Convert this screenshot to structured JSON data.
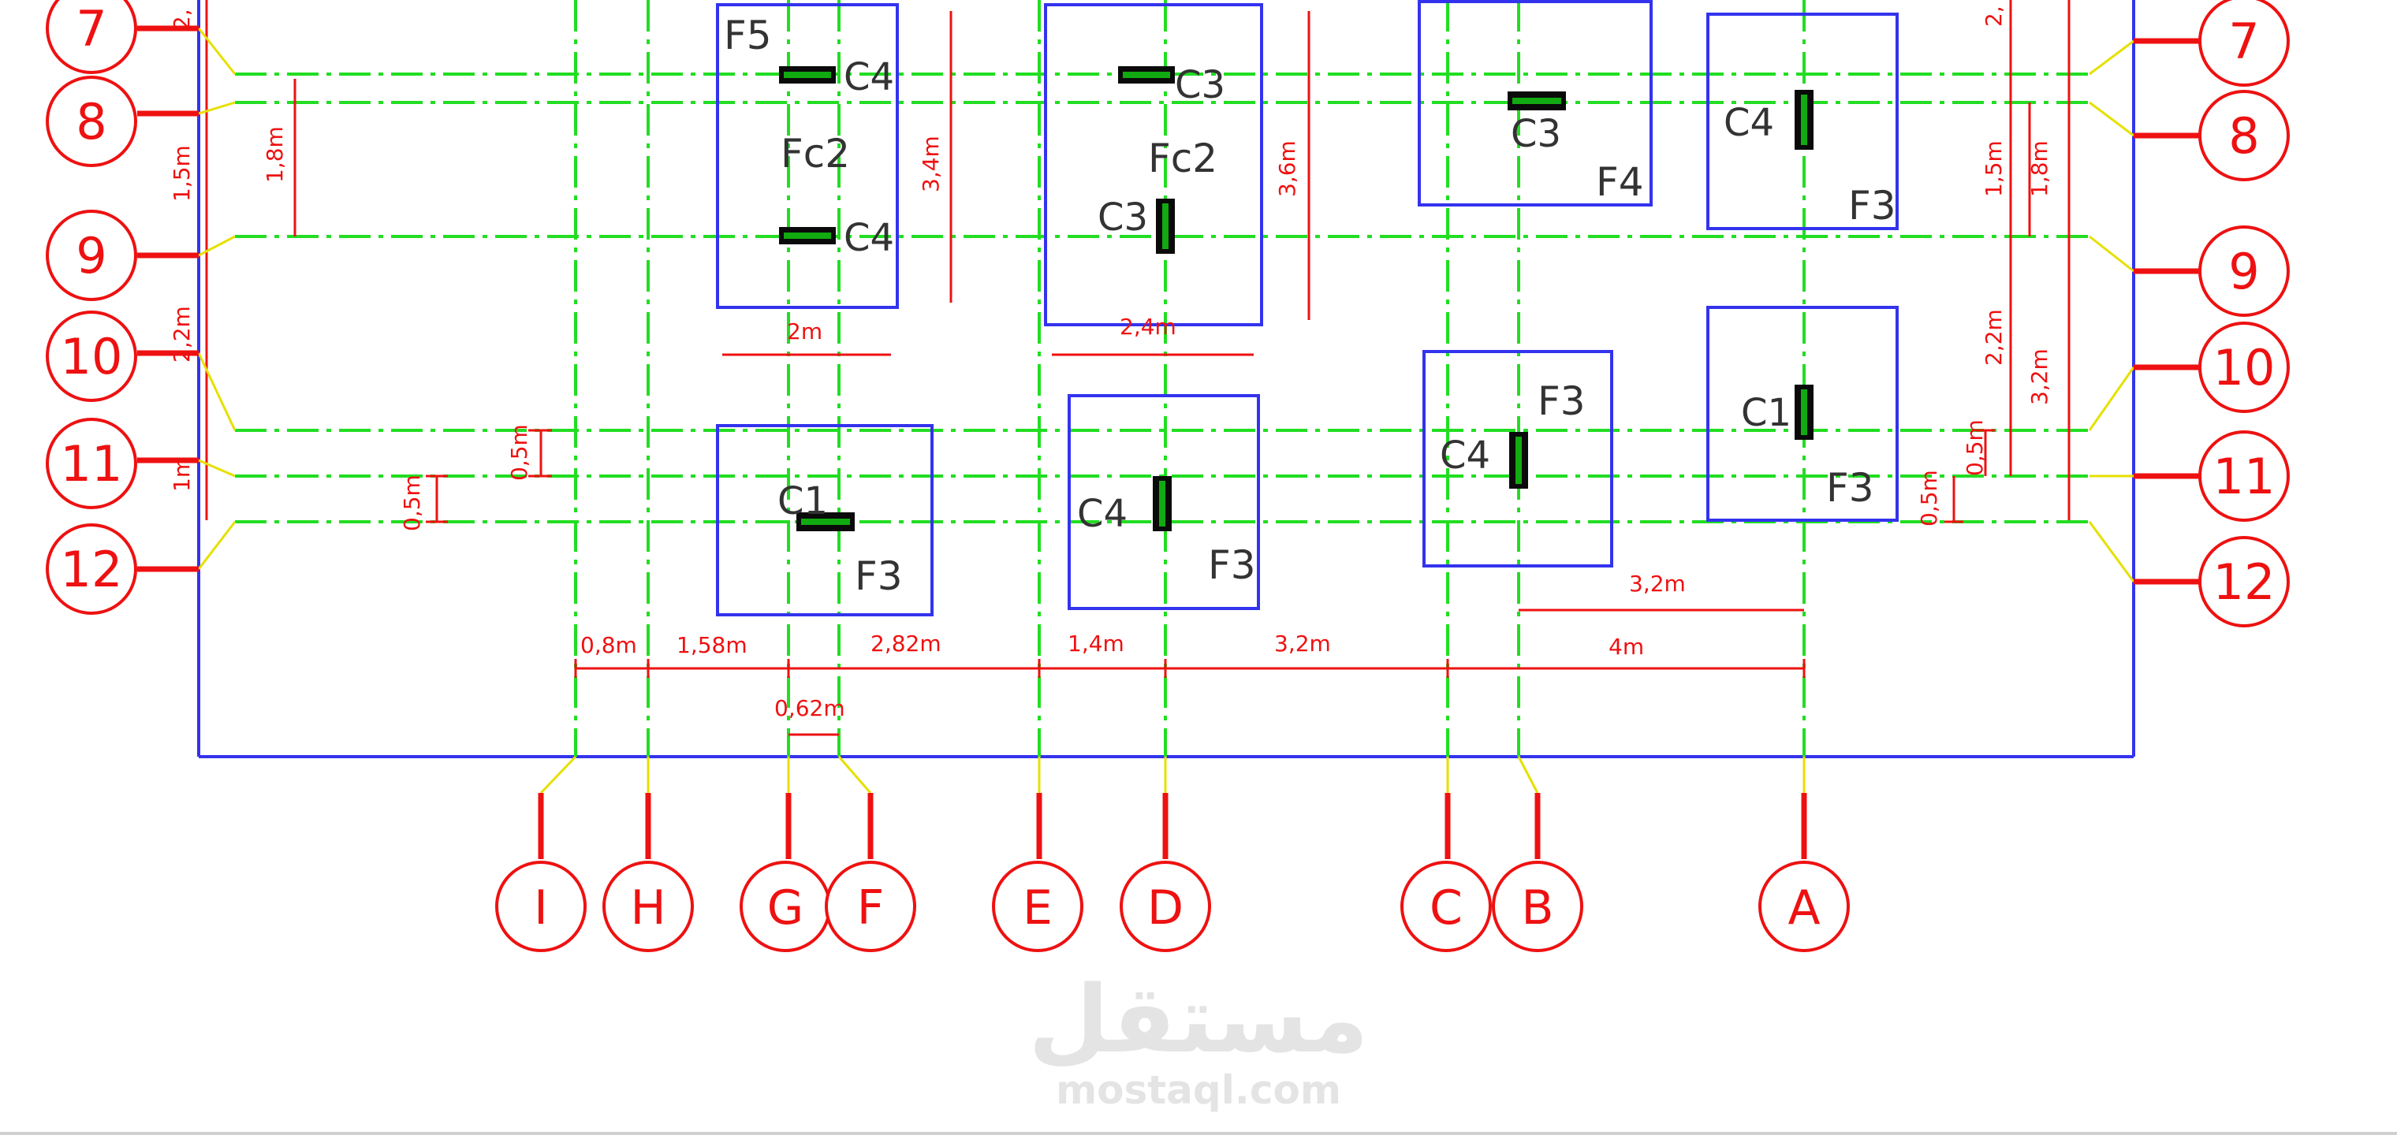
{
  "bubbles": {
    "rows_left": [
      "7",
      "8",
      "9",
      "10",
      "11",
      "12"
    ],
    "rows_right": [
      "7",
      "8",
      "9",
      "10",
      "11",
      "12"
    ],
    "columns": [
      "I",
      "H",
      "G",
      "F",
      "E",
      "D",
      "C",
      "B",
      "A"
    ]
  },
  "footings": [
    {
      "name": "F5",
      "sub": "Fc2"
    },
    {
      "name": "Fc2"
    },
    {
      "name": "F4"
    },
    {
      "name": "F3"
    },
    {
      "name": "F3"
    },
    {
      "name": "F3"
    },
    {
      "name": "F3"
    },
    {
      "name": "F3"
    }
  ],
  "columns_labels": [
    "C4",
    "C4",
    "C3",
    "C3",
    "C3",
    "C4",
    "C1",
    "C4",
    "C4",
    "C1"
  ],
  "dimensions": {
    "left_vertical": [
      "2,",
      "1,5m",
      "1,8m",
      "2,2m",
      "1m"
    ],
    "left_small": [
      "0,5m",
      "0,5m"
    ],
    "right_vertical": [
      "2,",
      "1,5m",
      "1,8m",
      "2,2m",
      "3,2m"
    ],
    "right_small": [
      "0,5m",
      "0,5m"
    ],
    "footing_heights": [
      "3,4m",
      "3,6m"
    ],
    "footing_widths": [
      "2m",
      "2,4m"
    ],
    "bottom_chain": [
      "0,8m",
      "1,58m",
      "2,82m",
      "1,4m",
      "3,2m",
      "4m"
    ],
    "bottom_extra": [
      "0,62m",
      "3,2m"
    ]
  },
  "watermark": {
    "arabic": "مستقل",
    "latin": "mostaql.com"
  },
  "colors": {
    "grid_line": "#22dd22",
    "footing_outline": "#3333ee",
    "dimension": "#ee1111",
    "bubble": "#ee1111",
    "leader": "#e6e000",
    "column": "#0a0a0a",
    "column_inner": "#11aa11",
    "text": "#333333"
  }
}
